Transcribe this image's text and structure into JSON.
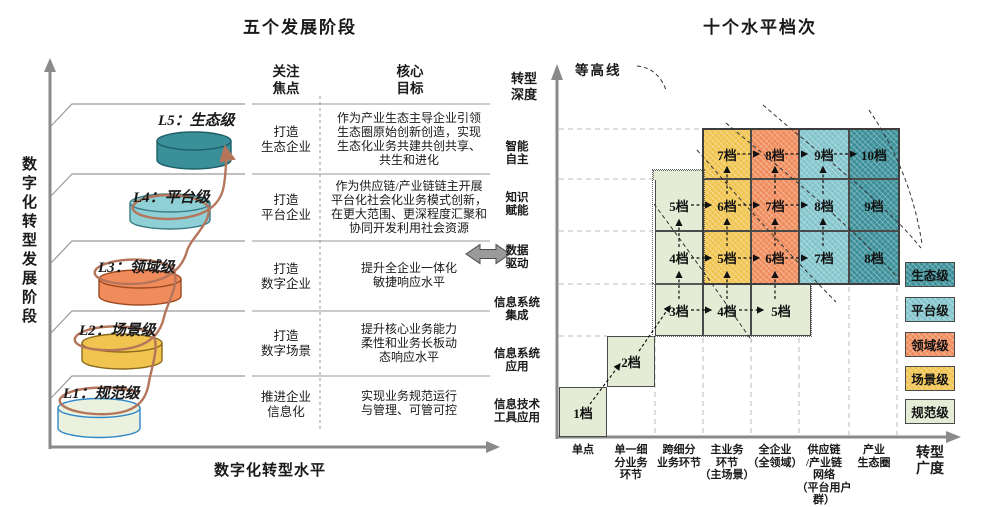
{
  "colors": {
    "eco": "#3a8f99",
    "plat": "#82c4cc",
    "domain": "#f08b5b",
    "scene": "#f0c44f",
    "standard": "#e4ecd6",
    "axis_gray": "#8a8a8a",
    "spiral_brown": "#b5755a",
    "l1_cyl_border": "#2e86c8"
  },
  "left_panel": {
    "title": "五个发展阶段",
    "y_axis_label": "数字化转型发展阶段",
    "x_axis_label": "数字化转型水平",
    "header_focus": [
      "关注",
      "焦点"
    ],
    "header_goal": [
      "核心",
      "目标"
    ],
    "levels": [
      {
        "label": "L5：生态级",
        "focus": [
          "打造",
          "生态企业"
        ],
        "goal": [
          "作为产业生态主导企业引领",
          "生态圈原始创新创造，实现",
          "生态化业务共建共创共享、",
          "共生和进化"
        ]
      },
      {
        "label": "L4：平台级",
        "focus": [
          "打造",
          "平台企业"
        ],
        "goal": [
          "作为供应链/产业链链主开展",
          "平台化社会化业务模式创新，",
          "在更大范围、更深程度汇聚和",
          "协同开发利用社会资源"
        ]
      },
      {
        "label": "L3：领域级",
        "focus": [
          "打造",
          "数字企业"
        ],
        "goal": [
          "提升全企业一体化",
          "敏捷响应水平"
        ]
      },
      {
        "label": "L2：场景级",
        "focus": [
          "打造",
          "数字场景"
        ],
        "goal": [
          "提升核心业务能力",
          "柔性和业务长板动",
          "态响应水平"
        ]
      },
      {
        "label": "L1：规范级",
        "focus": [
          "推进企业",
          "信息化"
        ],
        "goal": [
          "实现业务规范运行",
          "与管理、可管可控"
        ]
      }
    ]
  },
  "right_panel": {
    "title": "十个水平档次",
    "y_axis_label": [
      "转型",
      "深度"
    ],
    "x_axis_label": [
      "转型",
      "广度"
    ],
    "contour_label": "等高线",
    "row_labels": [
      [
        "智能",
        "自主"
      ],
      [
        "知识",
        "赋能"
      ],
      [
        "数据",
        "驱动"
      ],
      [
        "信息系统",
        "集成"
      ],
      [
        "信息系统",
        "应用"
      ],
      [
        "信息技术",
        "工具应用"
      ]
    ],
    "col_labels": [
      [
        "单点"
      ],
      [
        "单一细",
        "分业务",
        "环节"
      ],
      [
        "跨细分",
        "业务环节"
      ],
      [
        "主业务",
        "环节",
        "（主场景）"
      ],
      [
        "全企业",
        "（全领域）"
      ],
      [
        "供应链",
        "/产业链",
        "网络",
        "（平台用户群）"
      ],
      [
        "产业",
        "生态圈"
      ]
    ],
    "cells": [
      {
        "label": "1档",
        "row": 5,
        "col": 0,
        "level": "standard"
      },
      {
        "label": "2档",
        "row": 4,
        "col": 1,
        "level": "standard"
      },
      {
        "label": "3档",
        "row": 3,
        "col": 2,
        "level": "standard"
      },
      {
        "label": "4档",
        "row": 3,
        "col": 3,
        "level": "standard"
      },
      {
        "label": "5档",
        "row": 3,
        "col": 4,
        "level": "standard"
      },
      {
        "label": "4档",
        "row": 2,
        "col": 2,
        "level": "standard"
      },
      {
        "label": "5档",
        "row": 1,
        "col": 2,
        "level": "standard"
      },
      {
        "label": "5档",
        "row": 2,
        "col": 3,
        "level": "scene"
      },
      {
        "label": "6档",
        "row": 2,
        "col": 4,
        "level": "domain"
      },
      {
        "label": "7档",
        "row": 2,
        "col": 5,
        "level": "plat"
      },
      {
        "label": "8档",
        "row": 2,
        "col": 6,
        "level": "eco"
      },
      {
        "label": "6档",
        "row": 1,
        "col": 3,
        "level": "scene"
      },
      {
        "label": "7档",
        "row": 1,
        "col": 4,
        "level": "domain"
      },
      {
        "label": "8档",
        "row": 1,
        "col": 5,
        "level": "plat"
      },
      {
        "label": "9档",
        "row": 1,
        "col": 6,
        "level": "eco"
      },
      {
        "label": "7档",
        "row": 0,
        "col": 3,
        "level": "scene"
      },
      {
        "label": "8档",
        "row": 0,
        "col": 4,
        "level": "domain"
      },
      {
        "label": "9档",
        "row": 0,
        "col": 5,
        "level": "plat"
      },
      {
        "label": "10档",
        "row": 0,
        "col": 6,
        "level": "eco"
      }
    ],
    "legend": [
      {
        "label": "生态级",
        "level": "eco"
      },
      {
        "label": "平台级",
        "level": "plat"
      },
      {
        "label": "领域级",
        "level": "domain"
      },
      {
        "label": "场景级",
        "level": "scene"
      },
      {
        "label": "规范级",
        "level": "standard"
      }
    ]
  }
}
